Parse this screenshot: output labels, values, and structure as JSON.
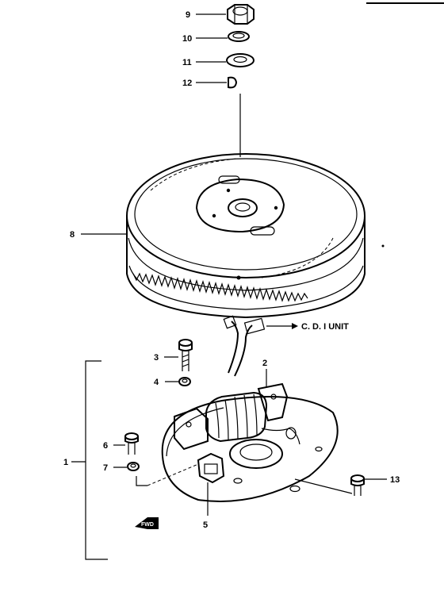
{
  "callouts": {
    "n1": "1",
    "n2": "2",
    "n3": "3",
    "n4": "4",
    "n5": "5",
    "n6": "6",
    "n7": "7",
    "n8": "8",
    "n9": "9",
    "n10": "10",
    "n11": "11",
    "n12": "12",
    "n13": "13"
  },
  "cdi_label": "C. D. I UNIT",
  "fwd_label": "FWD"
}
